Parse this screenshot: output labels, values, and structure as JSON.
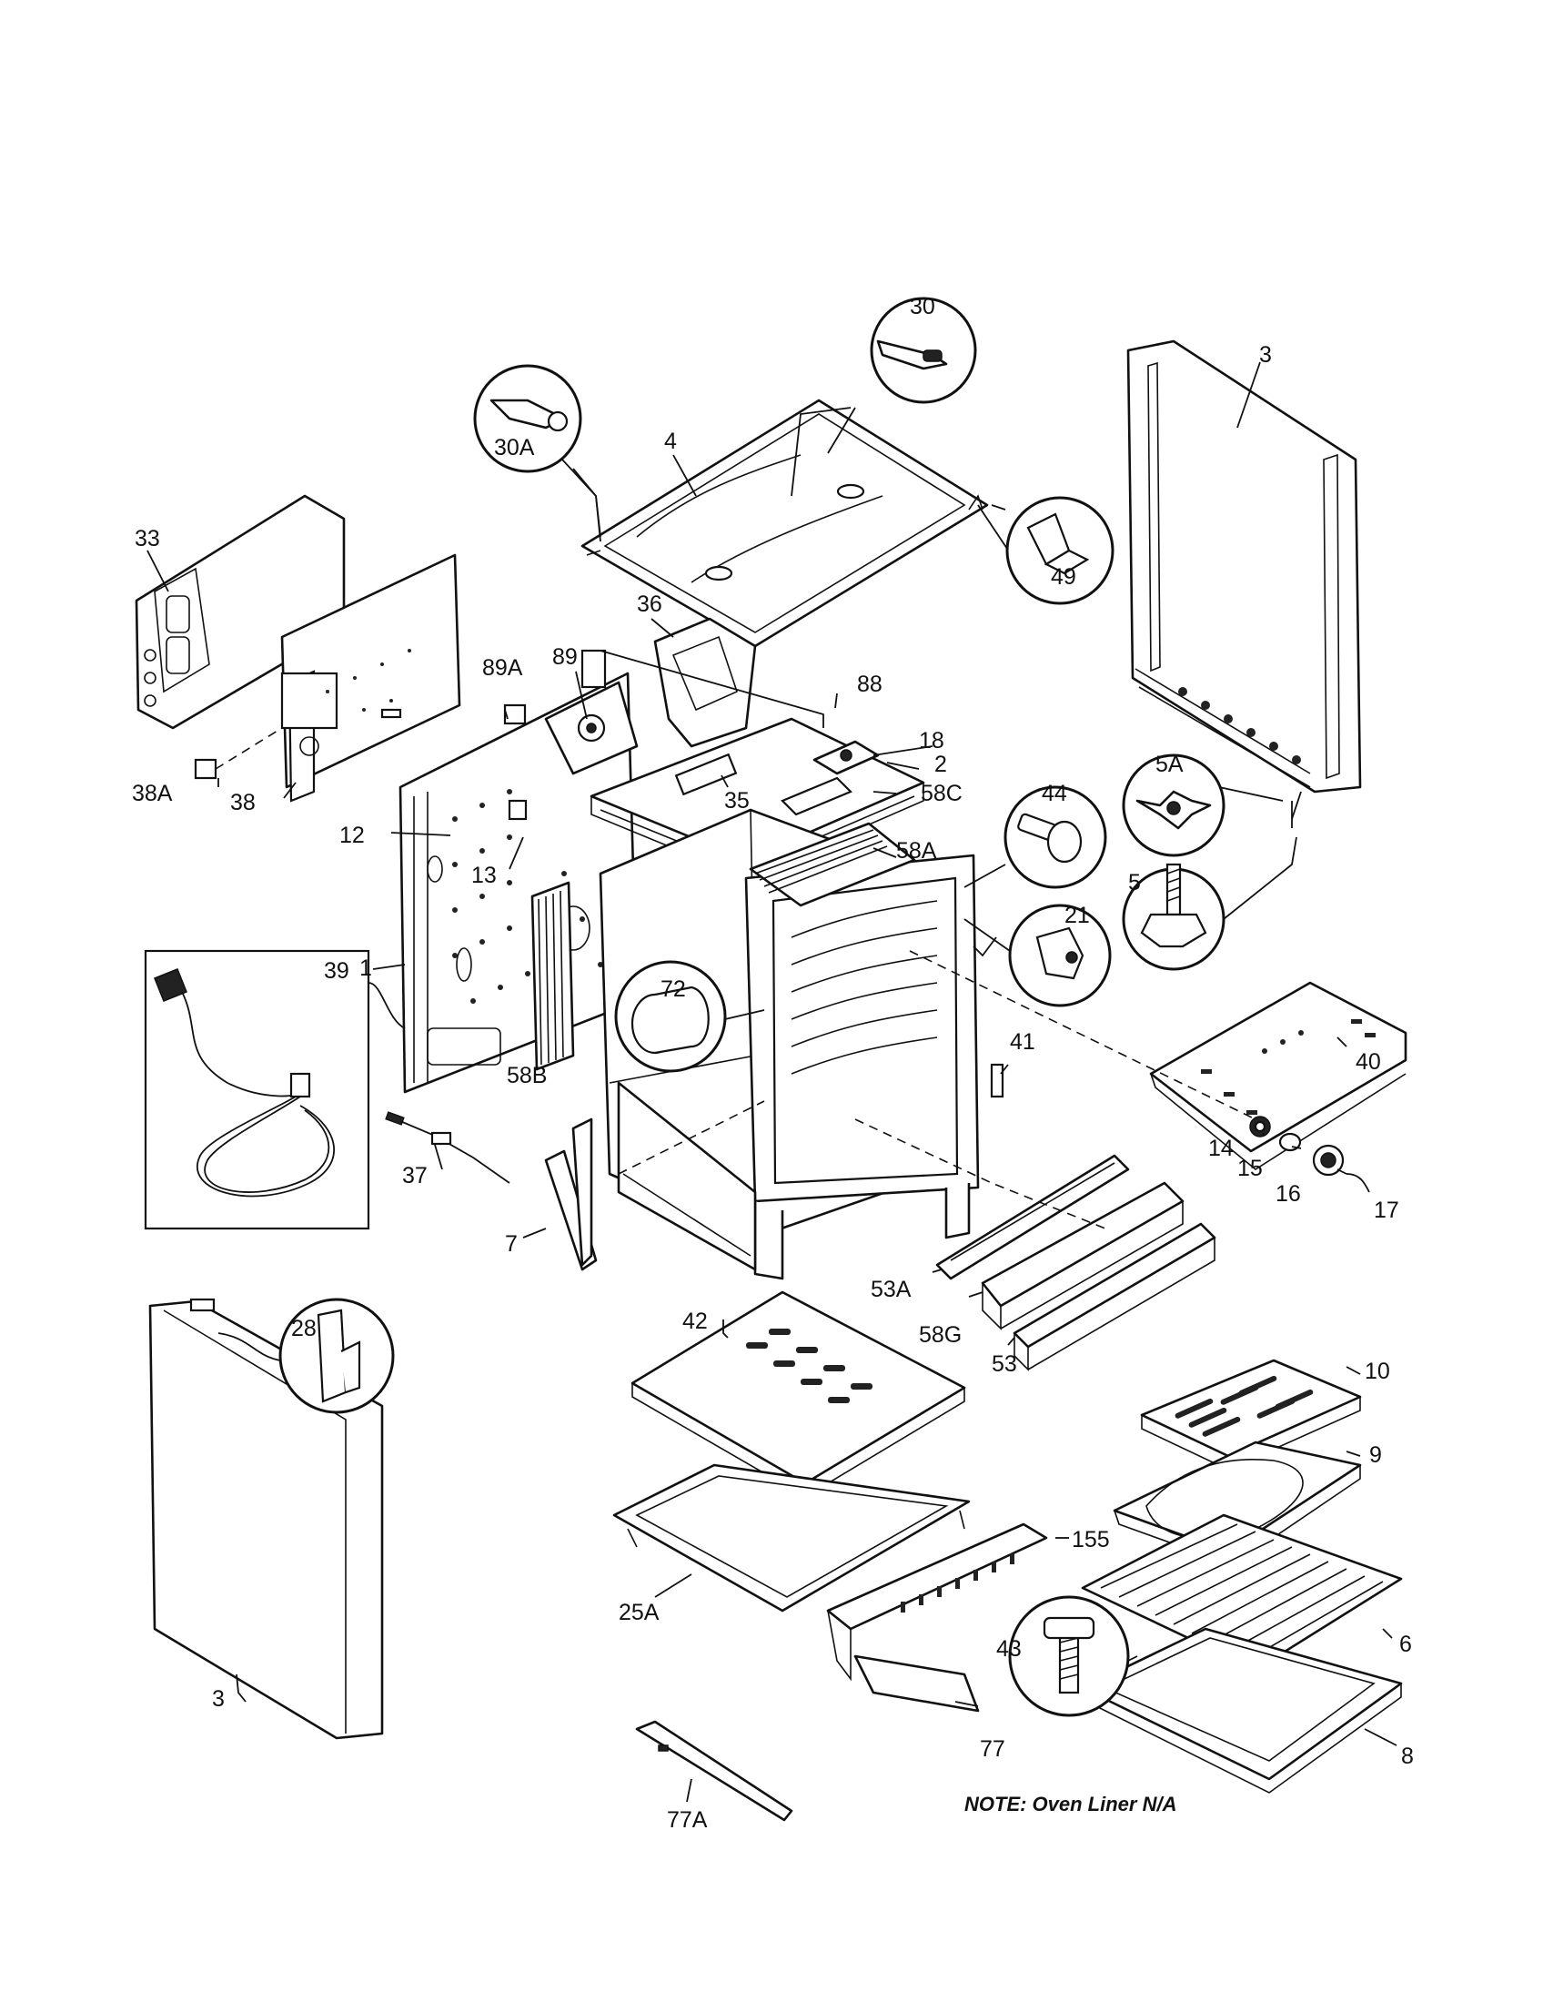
{
  "diagram": {
    "type": "exploded parts diagram",
    "note": "NOTE: Oven Liner N/A",
    "callouts": {
      "c3_top": "3",
      "c4": "4",
      "c30": "30",
      "c30A": "30A",
      "c49": "49",
      "c33": "33",
      "c36": "36",
      "c89A": "89A",
      "c89": "89",
      "c88": "88",
      "c18": "18",
      "c2": "2",
      "c58C": "58C",
      "c38A": "38A",
      "c38": "38",
      "c35": "35",
      "c12": "12",
      "c44": "44",
      "c5A": "5A",
      "c58A": "58A",
      "c13": "13",
      "c5": "5",
      "c21": "21",
      "c1": "1",
      "c39": "39",
      "c72": "72",
      "c58B": "58B",
      "c40": "40",
      "c41": "41",
      "c14": "14",
      "c15": "15",
      "c16": "16",
      "c17": "17",
      "c37": "37",
      "c7": "7",
      "c53A": "53A",
      "c28": "28",
      "c42": "42",
      "c58G": "58G",
      "c53": "53",
      "c10": "10",
      "c9": "9",
      "c155": "155",
      "c25A": "25A",
      "c43": "43",
      "c6": "6",
      "c3_bottom": "3",
      "c77": "77",
      "c8": "8",
      "c77A": "77A"
    }
  }
}
